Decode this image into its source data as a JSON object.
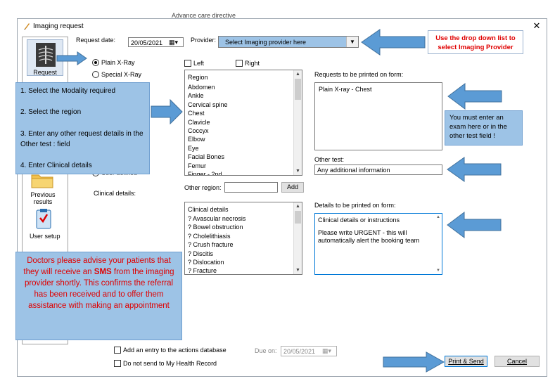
{
  "top_fragment": "Advance care directive",
  "dialog": {
    "title": "Imaging request",
    "close": "✕"
  },
  "sidebar": {
    "request": "Request",
    "previous_results": "Previous results",
    "user_setup": "User setup"
  },
  "form": {
    "request_date_label": "Request date:",
    "request_date_value": "20/05/2021",
    "provider_label": "Provider:",
    "provider_value": "Select Imaging provider here",
    "modality_plain": "Plain X-Ray",
    "modality_special": "Special X-Ray",
    "modality_user": "User defined",
    "left_label": "Left",
    "right_label": "Right",
    "region_items": [
      "Region",
      "Abdomen",
      "Ankle",
      "Cervical spine",
      "Chest",
      "Clavicle",
      "Coccyx",
      "Elbow",
      "Eye",
      "Facial Bones",
      "Femur",
      "Finger - 2nd"
    ],
    "requests_label": "Requests to be printed on form:",
    "requests_value": "Plain X-ray - Chest",
    "other_test_label": "Other test:",
    "other_test_value": "Any additional information",
    "other_region_label": "Other region:",
    "add_button": "Add",
    "clinical_details_label": "Clinical details:",
    "clinical_items": [
      "Clinical details",
      "? Avascular necrosis",
      "? Bowel obstruction",
      "? Cholelithiasis",
      "? Crush fracture",
      "? Discitis",
      "? Dislocation",
      "? Fracture"
    ],
    "details_label": "Details to be printed on form:",
    "details_line1": "Clinical details or instructions",
    "details_line2": "Please write URGENT - this will automatically alert the booking team",
    "actions_db": "Add an entry to the actions database",
    "no_mhr": "Do not send to My Health Record",
    "due_on_label": "Due on:",
    "due_on_value": "20/05/2021",
    "print_send": "Print & Send",
    "cancel": "Cancel"
  },
  "callouts": {
    "provider_tip": "Use the drop down list to select Imaging Provider",
    "steps": [
      "1. Select the Modality required",
      "2. Select the region",
      "3. Enter any other request details in the Other test : field",
      "4. Enter Clinical details"
    ],
    "exam_tip": "You must enter an exam here or in the other test field !",
    "sms_pre": "Doctors please advise your patients that they will receive an ",
    "sms_bold": "SMS",
    "sms_post": " from the imaging provider shortly. This confirms the referral has been received and to offer them assistance with making an appointment"
  },
  "colors": {
    "callout_blue": "#9dc3e6",
    "arrow_blue": "#5b9bd5",
    "tip_red": "#e00000"
  }
}
